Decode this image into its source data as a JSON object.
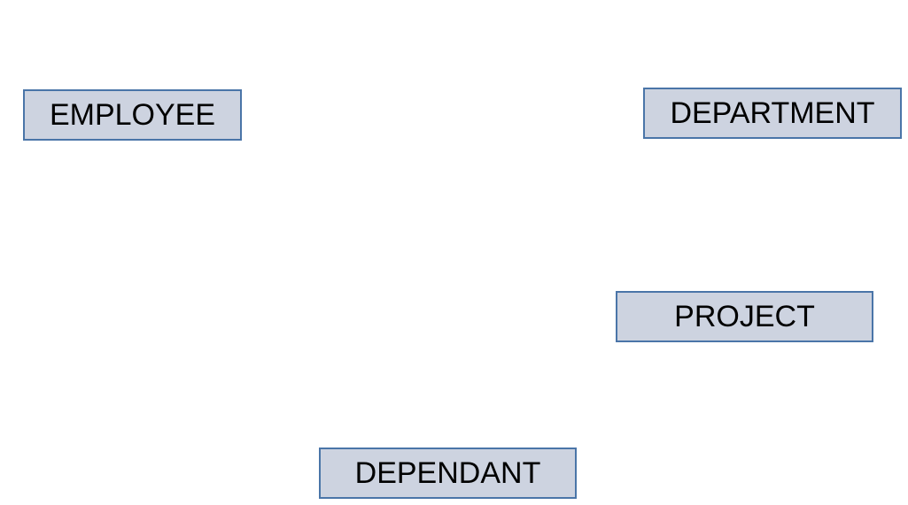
{
  "diagram": {
    "entities": [
      {
        "id": "employee",
        "label": "EMPLOYEE"
      },
      {
        "id": "department",
        "label": "DEPARTMENT"
      },
      {
        "id": "project",
        "label": "PROJECT"
      },
      {
        "id": "dependant",
        "label": "DEPENDANT"
      }
    ]
  },
  "colors": {
    "entity_fill": "#cdd3e0",
    "entity_border": "#4a75a8",
    "text": "#000000",
    "background": "#ffffff"
  }
}
